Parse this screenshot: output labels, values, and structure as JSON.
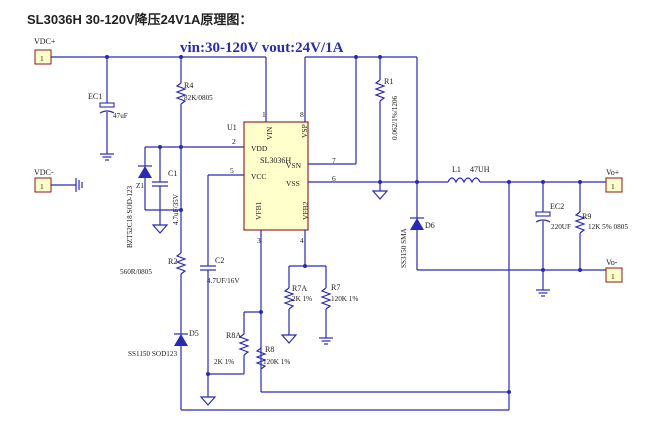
{
  "page_title": "SL3036H 30-120V降压24V1A原理图：",
  "header_text": "vin:30-120V vout:24V/1A",
  "connectors": {
    "vdc_plus": {
      "label": "VDC+",
      "pin": "1"
    },
    "vdc_minus": {
      "label": "VDC-",
      "pin": "1"
    },
    "vo_plus": {
      "label": "Vo+",
      "pin": "1"
    },
    "vo_minus": {
      "label": "Vo-",
      "pin": "1"
    }
  },
  "ic": {
    "ref": "U1",
    "part": "SL3036H",
    "pins": {
      "vin": "VIN",
      "vdd": "VDD",
      "vcc": "VCC",
      "vfb1": "VFB1",
      "vfb2": "VFB2",
      "vsp": "VSP",
      "vsn": "VSN",
      "vss": "VSS"
    },
    "pin_numbers": {
      "p1": "1",
      "p2": "2",
      "p3": "3",
      "p4": "4",
      "p5": "5",
      "p6": "6",
      "p7": "7",
      "p8": "8"
    }
  },
  "components": {
    "ec1": {
      "ref": "EC1",
      "value": "47uF"
    },
    "r4": {
      "ref": "R4",
      "value": "82K/0805"
    },
    "z1": {
      "ref": "Z1",
      "value": "BZT52C18 SOD-123"
    },
    "c1": {
      "ref": "C1",
      "value": "4.7uF/35V"
    },
    "r2": {
      "ref": "R2",
      "value": "560R/0805"
    },
    "d5": {
      "ref": "D5",
      "value": "SS1150 SOD123"
    },
    "c2": {
      "ref": "C2",
      "value": "4.7UF/16V"
    },
    "r8a": {
      "ref": "R8A",
      "value": "2K 1%"
    },
    "r8": {
      "ref": "R8",
      "value": "120K 1%"
    },
    "r7a": {
      "ref": "R7A",
      "value": "2K 1%"
    },
    "r7": {
      "ref": "R7",
      "value": "120K 1%"
    },
    "r1": {
      "ref": "R1",
      "value": "0.062/1%/1206"
    },
    "d6": {
      "ref": "D6",
      "value": "SS3150 SMA"
    },
    "l1": {
      "ref": "L1",
      "value": "47UH"
    },
    "ec2": {
      "ref": "EC2",
      "value": "220UF"
    },
    "r9": {
      "ref": "R9",
      "value": "12K 5% 0805"
    }
  },
  "colors": {
    "wire": "#2a2ab4",
    "connector_fill": "#ffffcc",
    "ic_fill": "#ffffcc",
    "text": "#1a1a1a"
  }
}
